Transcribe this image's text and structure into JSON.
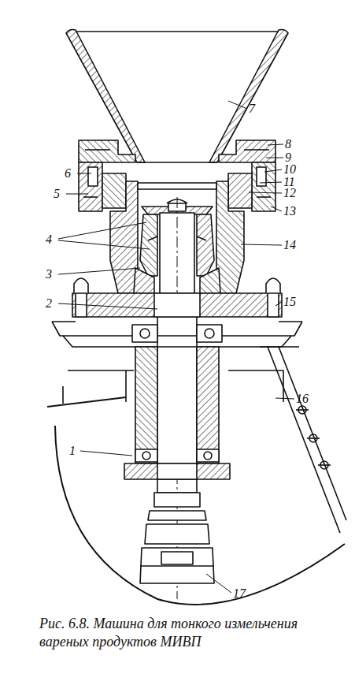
{
  "diagram": {
    "caption": "Рис. 6.8. Машина для тонкого измельчения вареных продуктов МИВП",
    "labels": [
      "1",
      "2",
      "3",
      "4",
      "5",
      "6",
      "7",
      "8",
      "9",
      "10",
      "11",
      "12",
      "13",
      "14",
      "15",
      "16",
      "17"
    ]
  }
}
